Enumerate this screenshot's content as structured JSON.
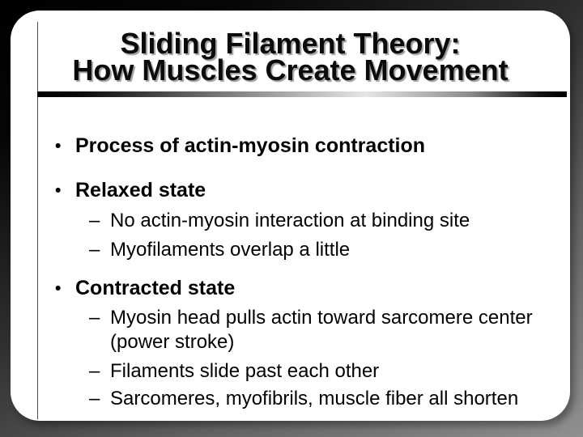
{
  "slide": {
    "title": {
      "line1": "Sliding Filament Theory:",
      "line2": "How Muscles Create Movement"
    },
    "bullets": [
      {
        "level": 1,
        "text": "Process of actin-myosin contraction"
      },
      {
        "level": 1,
        "text": "Relaxed state"
      },
      {
        "level": 2,
        "text": "No actin-myosin interaction at binding site"
      },
      {
        "level": 2,
        "text": "Myofilaments overlap a little"
      },
      {
        "level": 1,
        "text": "Contracted state"
      },
      {
        "level": 2,
        "text": "Myosin head pulls actin toward sarcomere center (power stroke)"
      },
      {
        "level": 2,
        "text": "Filaments slide past each other"
      },
      {
        "level": 2,
        "text": "Sarcomeres, myofibrils, muscle fiber all shorten"
      }
    ],
    "glyphs": {
      "bullet": "•",
      "dash": "–"
    },
    "colors": {
      "background_top": "#000000",
      "background_bottom": "#909090",
      "panel": "#ffffff",
      "text": "#000000",
      "title_shadow": "#9d9d9d"
    }
  }
}
